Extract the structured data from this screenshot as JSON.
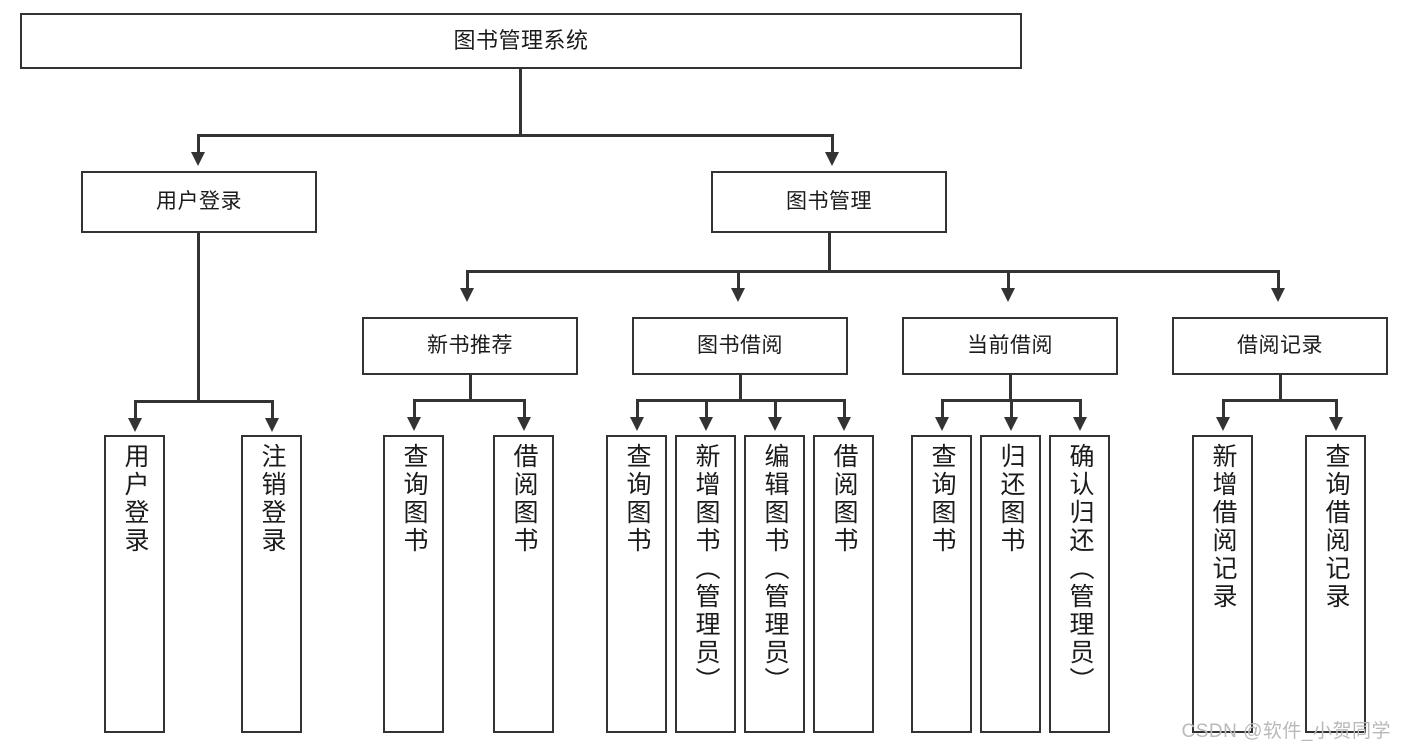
{
  "diagram": {
    "title": "图书管理系统",
    "type": "tree",
    "root": {
      "id": "root",
      "label": "图书管理系统"
    },
    "level2": [
      {
        "id": "user-login",
        "label": "用户登录"
      },
      {
        "id": "book-manage",
        "label": "图书管理"
      }
    ],
    "level3": [
      {
        "id": "new-book-recommend",
        "label": "新书推荐"
      },
      {
        "id": "book-borrow",
        "label": "图书借阅"
      },
      {
        "id": "current-borrow",
        "label": "当前借阅"
      },
      {
        "id": "borrow-record",
        "label": "借阅记录"
      }
    ],
    "leaves": {
      "user_login": [
        {
          "id": "leaf-user-login",
          "label": "用户登录"
        },
        {
          "id": "leaf-logout-login",
          "label": "注销登录"
        }
      ],
      "new_book_recommend": [
        {
          "id": "leaf-query-book-1",
          "label": "查询图书"
        },
        {
          "id": "leaf-borrow-book-1",
          "label": "借阅图书"
        }
      ],
      "book_borrow": [
        {
          "id": "leaf-query-book-2",
          "label": "查询图书"
        },
        {
          "id": "leaf-add-book",
          "label": "新增图书（管理员）"
        },
        {
          "id": "leaf-edit-book",
          "label": "编辑图书（管理员）"
        },
        {
          "id": "leaf-borrow-book-2",
          "label": "借阅图书"
        }
      ],
      "current_borrow": [
        {
          "id": "leaf-query-book-3",
          "label": "查询图书"
        },
        {
          "id": "leaf-return-book",
          "label": "归还图书"
        },
        {
          "id": "leaf-confirm-return",
          "label": "确认归还（管理员）"
        }
      ],
      "borrow_record": [
        {
          "id": "leaf-add-record",
          "label": "新增借阅记录"
        },
        {
          "id": "leaf-query-record",
          "label": "查询借阅记录"
        }
      ]
    }
  },
  "watermark": {
    "text": "CSDN @软件_小贺同学"
  },
  "colors": {
    "border": "#333333",
    "background": "#ffffff",
    "text": "#1b1b1b",
    "watermark": "#b9b9b9"
  }
}
